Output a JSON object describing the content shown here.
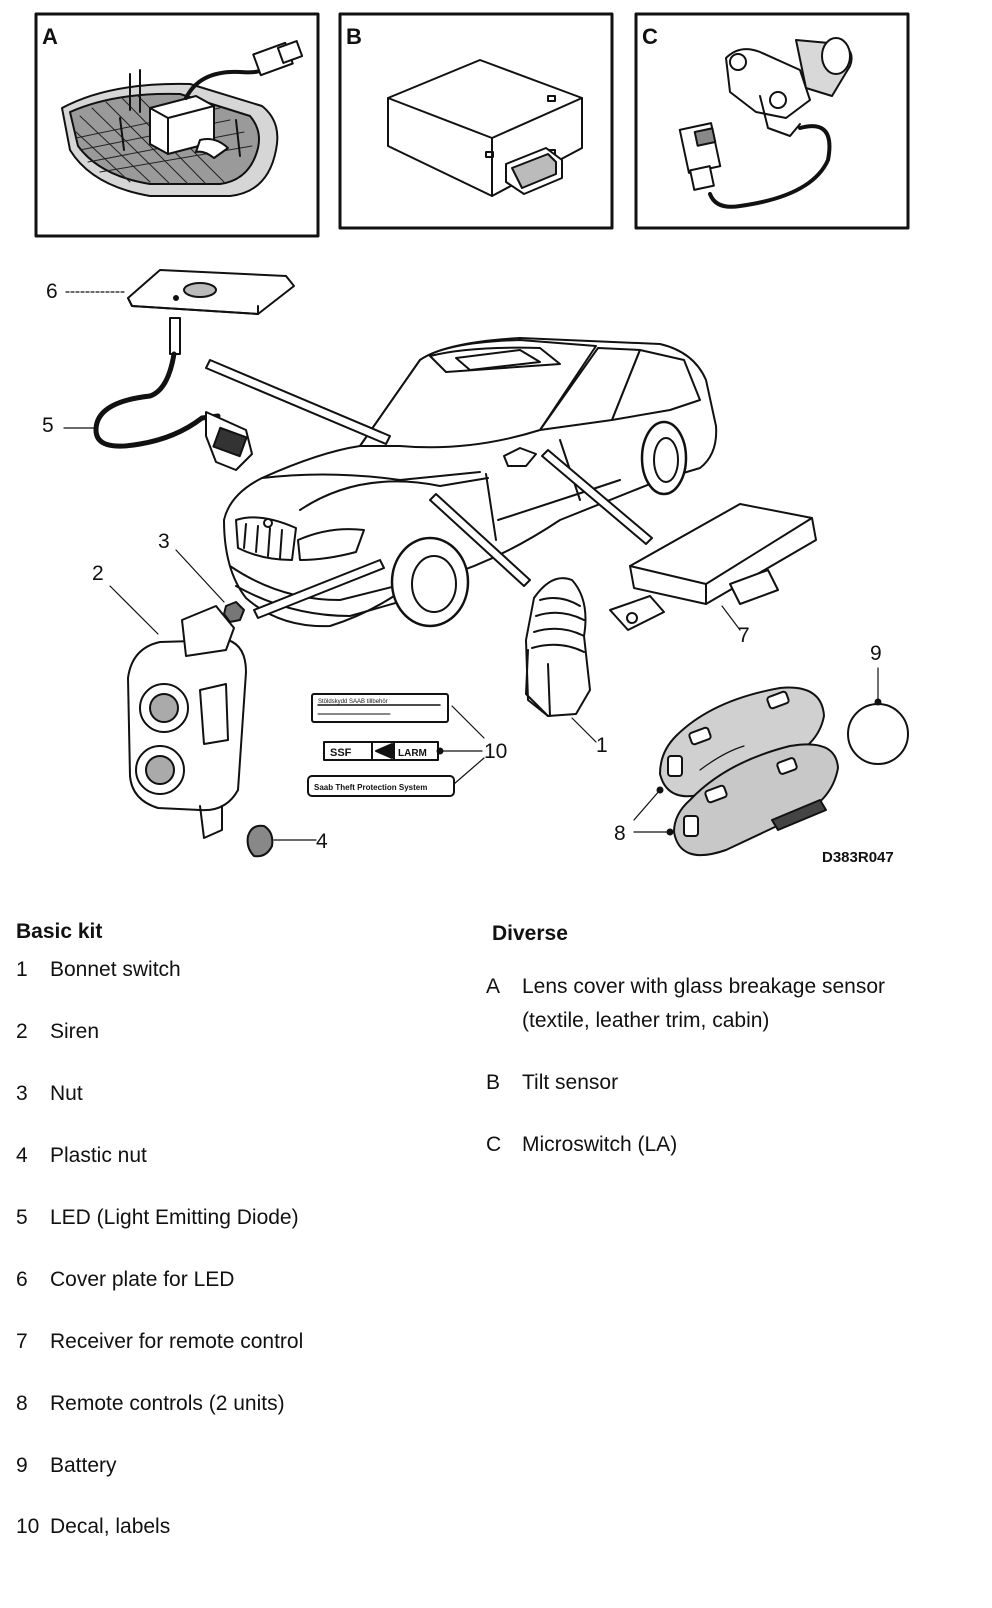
{
  "figure": {
    "panels": [
      {
        "letter": "A"
      },
      {
        "letter": "B"
      },
      {
        "letter": "C"
      }
    ],
    "callouts": [
      "1",
      "2",
      "3",
      "4",
      "5",
      "6",
      "7",
      "8",
      "9",
      "10"
    ],
    "label_10": {
      "line1": "Stöldskydd SAAB tillbehör",
      "line2a": "SSF",
      "line2b": "LARM",
      "line3": "Saab Theft Protection System"
    },
    "figure_code": "D383R047"
  },
  "basic_kit": {
    "title": "Basic kit",
    "items": [
      {
        "num": "1",
        "text": "Bonnet switch"
      },
      {
        "num": "2",
        "text": "Siren"
      },
      {
        "num": "3",
        "text": "Nut"
      },
      {
        "num": "4",
        "text": "Plastic nut"
      },
      {
        "num": "5",
        "text": "LED (Light Emitting Diode)"
      },
      {
        "num": "6",
        "text": "Cover plate for LED"
      },
      {
        "num": "7",
        "text": "Receiver for remote control"
      },
      {
        "num": "8",
        "text": "Remote controls (2 units)"
      },
      {
        "num": "9",
        "text": "Battery"
      },
      {
        "num": "10",
        "text": "Decal, labels"
      }
    ]
  },
  "diverse": {
    "title": "Diverse",
    "items": [
      {
        "key": "A",
        "line1": "Lens cover with glass breakage sensor",
        "line2": "(textile, leather trim, cabin)"
      },
      {
        "key": "B",
        "line1": "Tilt sensor",
        "line2": ""
      },
      {
        "key": "C",
        "line1": "Microswitch (LA)",
        "line2": ""
      }
    ]
  }
}
